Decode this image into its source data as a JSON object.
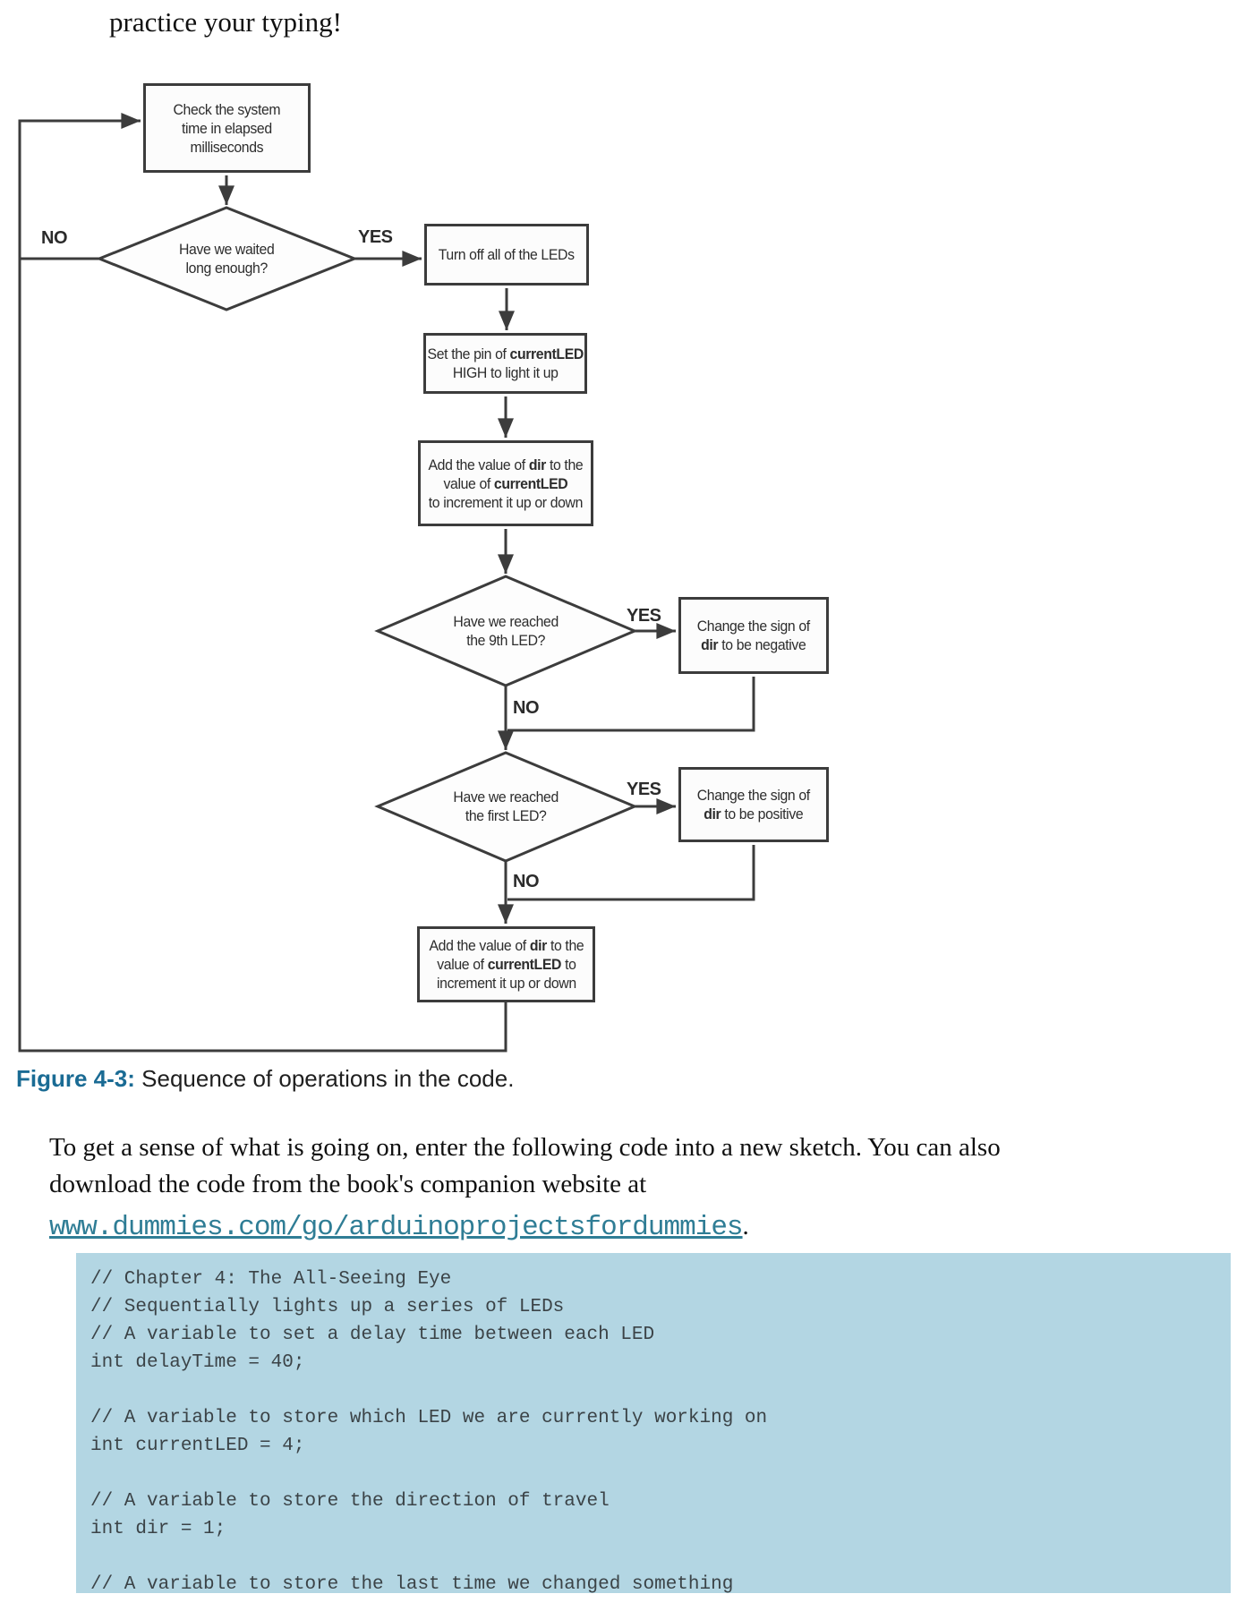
{
  "page": {
    "heading": "practice your typing!"
  },
  "colors": {
    "caption_label": "#1a6b94",
    "link": "#2f7d95",
    "code_bg": "#b3d6e3",
    "flowchart_line": "#3c3c3c"
  },
  "flowchart": {
    "bold_tokens": [
      "currentLED",
      "dir"
    ],
    "nodes": {
      "check_time": "Check the system\ntime in elapsed\nmilliseconds",
      "waited_long_enough": "Have we waited\nlong enough?",
      "turn_off_leds": "Turn off all of the LEDs",
      "set_pin_high": "Set the pin of currentLED\nHIGH to light it up",
      "add_dir_1": "Add the value of dir to the\nvalue of currentLED\nto increment it up or down",
      "reached_9th": "Have we reached\nthe 9th LED?",
      "sign_negative": "Change the sign of\ndir to be negative",
      "reached_first": "Have we reached\nthe first LED?",
      "sign_positive": "Change the sign of\ndir to be positive",
      "add_dir_2": "Add the value of dir to the\nvalue of currentLED to\nincrement it up or down"
    },
    "labels": {
      "no_1": "NO",
      "yes_1": "YES",
      "no_2": "NO",
      "yes_2": "YES",
      "no_3": "NO",
      "yes_3": "YES"
    }
  },
  "caption": {
    "label": "Figure 4-3:",
    "text": " Sequence of operations in the code."
  },
  "paragraph": {
    "line1": "To get a sense of what is going on, enter the following code into a new sketch. You can also",
    "line2": "download the code from the book's companion website at",
    "link": "www.dummies.com/go/arduinoprojectsfordummies",
    "after_link": "."
  },
  "code_block": {
    "lines": [
      "// Chapter 4: The All-Seeing Eye",
      "// Sequentially lights up a series of LEDs",
      "// A variable to set a delay time between each LED",
      "int delayTime = 40;",
      "",
      "// A variable to store which LED we are currently working on",
      "int currentLED = 4;",
      "",
      "// A variable to store the direction of travel",
      "int dir = 1;",
      "",
      "// A variable to store the last time we changed something"
    ]
  }
}
